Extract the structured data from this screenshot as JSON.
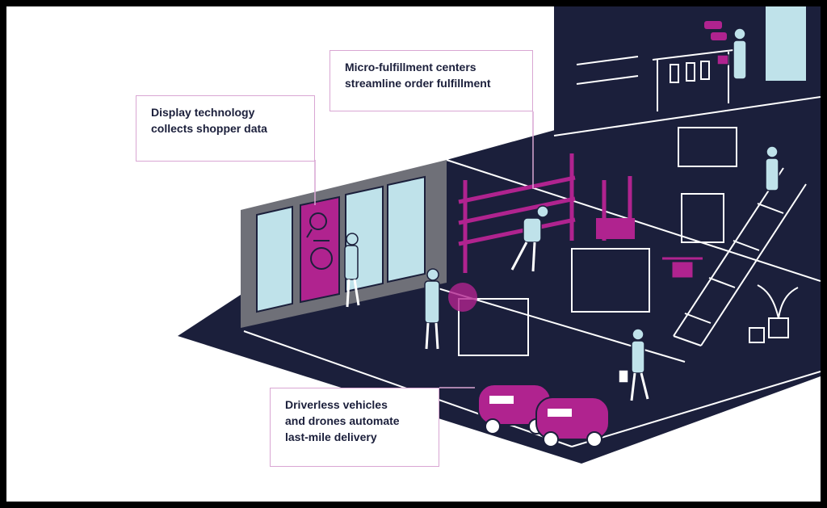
{
  "callouts": {
    "display": {
      "line1": "Display technology",
      "line2": "collects shopper data"
    },
    "fulfillment": {
      "line1": "Micro-fulfillment centers",
      "line2": "streamline order fulfillment"
    },
    "delivery": {
      "line1": "Driverless vehicles",
      "line2": "and drones automate",
      "line3": "last-mile delivery"
    }
  },
  "colors": {
    "floor": "#1b1f3b",
    "line": "#ffffff",
    "accent": "#b0238f",
    "glass": "#bfe2ea",
    "wall_gray": "#6f7078",
    "callout_border": "#d9a6d3"
  }
}
